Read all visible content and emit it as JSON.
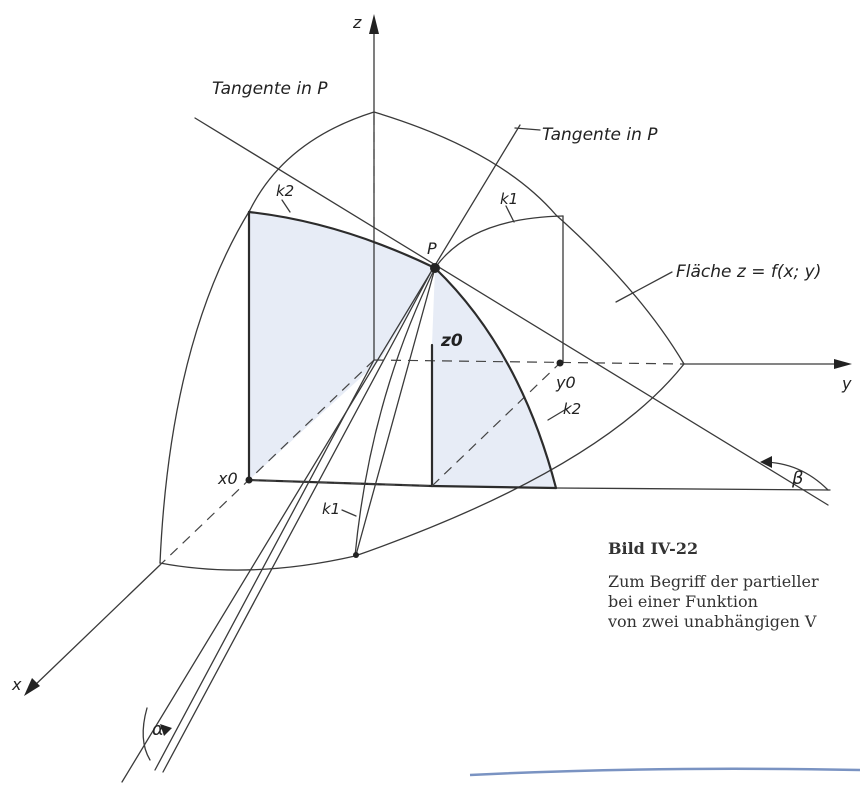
{
  "labels": {
    "z_axis": "z",
    "y_axis": "y",
    "x_axis": "x",
    "tangent_left": "Tangente in P",
    "tangent_right": "Tangente in P",
    "k2_top": "k2",
    "k1_top": "k1",
    "point_p": "P",
    "surface": "Fläche z = f(x; y)",
    "z0": "z0",
    "y0": "y0",
    "k2_right": "k2",
    "x0": "x0",
    "k1_bottom": "k1",
    "beta": "β",
    "alpha": "α"
  },
  "caption": {
    "title": "Bild IV-22",
    "line1": "Zum Begriff der partieller",
    "line2": "bei einer Funktion",
    "line3": "von zwei unabhängigen V"
  }
}
